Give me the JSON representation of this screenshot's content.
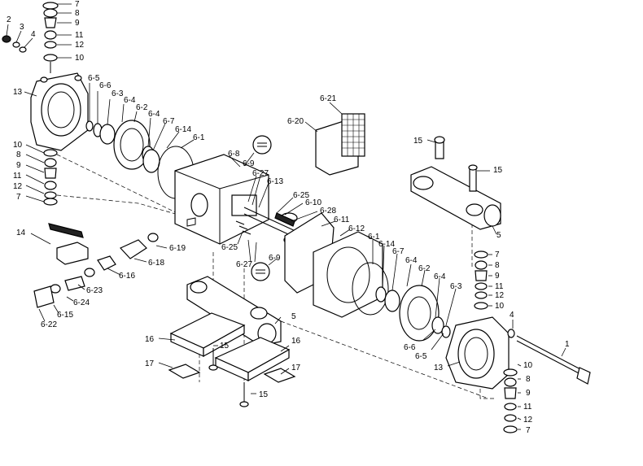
{
  "callouts": {
    "l1": "1",
    "l2": "2",
    "l3": "3",
    "l4": "4",
    "l5": "5",
    "l7": "7",
    "l8": "8",
    "l9": "9",
    "l10": "10",
    "l11": "11",
    "l12": "12",
    "l13": "13",
    "l14": "14",
    "l15": "15",
    "l16": "16",
    "l17": "17",
    "l6_1": "6-1",
    "l6_2": "6-2",
    "l6_3": "6-3",
    "l6_4": "6-4",
    "l6_5": "6-5",
    "l6_6": "6-6",
    "l6_7": "6-7",
    "l6_8": "6-8",
    "l6_9": "6-9",
    "l6_10": "6-10",
    "l6_11": "6-11",
    "l6_12": "6-12",
    "l6_13": "6-13",
    "l6_14": "6-14",
    "l6_15": "6-15",
    "l6_16": "6-16",
    "l6_18": "6-18",
    "l6_19": "6-19",
    "l6_20": "6-20",
    "l6_21": "6-21",
    "l6_22": "6-22",
    "l6_23": "6-23",
    "l6_24": "6-24",
    "l6_25": "6-25",
    "l6_27": "6-27",
    "l6_28": "6-28"
  }
}
